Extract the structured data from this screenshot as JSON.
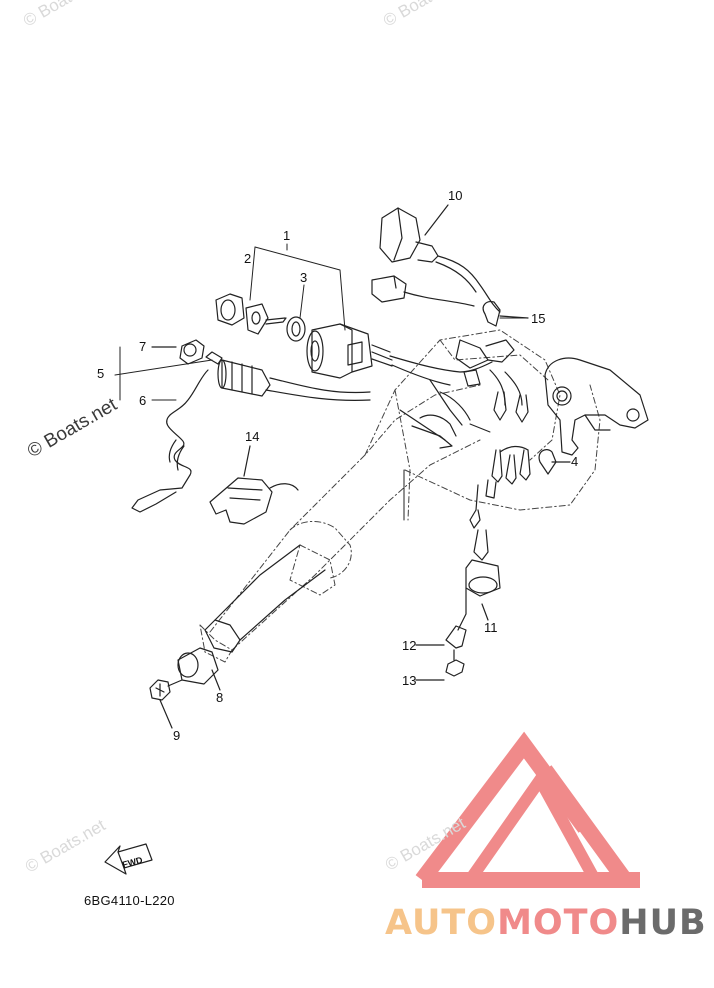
{
  "watermarks": {
    "top_left": "© Boats.net",
    "top_mid": "© Boats.net",
    "side": "© Boats.net",
    "bottom_left": "© Boats.net",
    "bottom_mid": "© Boats.net"
  },
  "callouts": [
    {
      "id": "1",
      "label": "1"
    },
    {
      "id": "2",
      "label": "2"
    },
    {
      "id": "3",
      "label": "3"
    },
    {
      "id": "4",
      "label": "4"
    },
    {
      "id": "5",
      "label": "5"
    },
    {
      "id": "6",
      "label": "6"
    },
    {
      "id": "7",
      "label": "7"
    },
    {
      "id": "8",
      "label": "8"
    },
    {
      "id": "9",
      "label": "9"
    },
    {
      "id": "10",
      "label": "10"
    },
    {
      "id": "11",
      "label": "11"
    },
    {
      "id": "12",
      "label": "12"
    },
    {
      "id": "13",
      "label": "13"
    },
    {
      "id": "14",
      "label": "14"
    },
    {
      "id": "15",
      "label": "15"
    }
  ],
  "fwd_label": "FWD",
  "reference_code": "6BG4110-L220",
  "brand": {
    "part1": "AUTO",
    "part2": "MOTO",
    "part3": "HUB",
    "colors": {
      "part1": "#f6c48a",
      "part2": "#f08a8a",
      "part3": "#6b6b6b",
      "logo": "#f08a8a"
    }
  }
}
